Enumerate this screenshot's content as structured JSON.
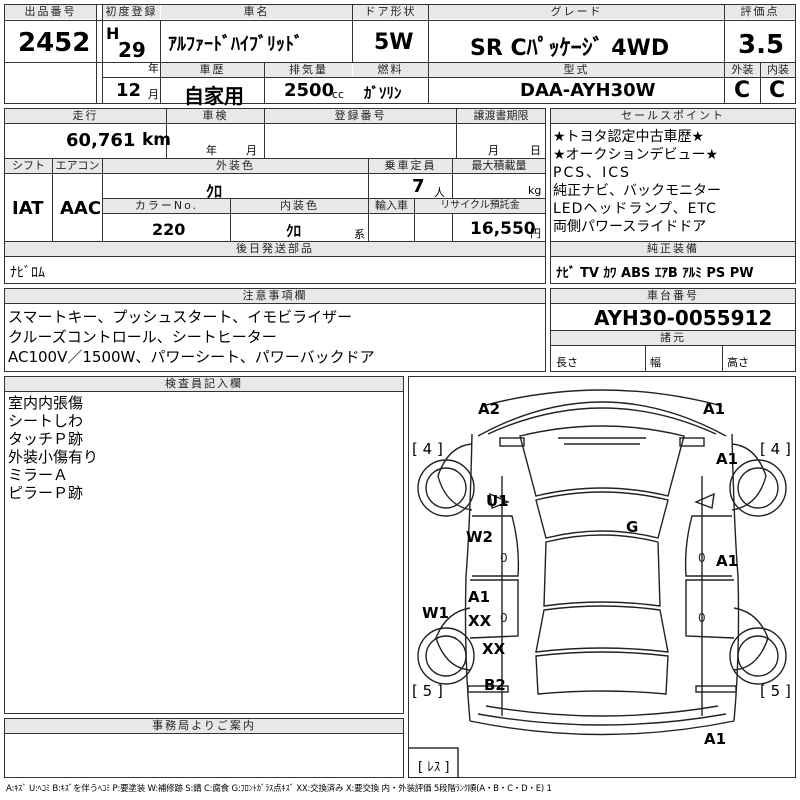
{
  "header": {
    "lot_no_label": "出品番号",
    "lot_no": "2452",
    "first_reg_label": "初度登録",
    "era": "H",
    "year": "29",
    "year_suffix": "年",
    "month": "12",
    "month_suffix": "月",
    "car_name_label": "車名",
    "car_name": "ｱﾙﾌｧｰﾄﾞﾊｲﾌﾞﾘｯﾄﾞ",
    "door_label": "ドア形状",
    "door": "5W",
    "grade_label": "グレード",
    "grade": "SR Cﾊﾟｯｹｰｼﾞ 4WD",
    "score_label": "評価点",
    "score": "3.5",
    "history_label": "車歴",
    "history": "自家用",
    "displacement_label": "排気量",
    "displacement": "2500",
    "displacement_unit": "cc",
    "fuel_label": "燃料",
    "fuel": "ｶﾞｿﾘﾝ",
    "model_label": "型式",
    "model": "DAA-AYH30W",
    "exterior_label": "外装",
    "exterior": "C",
    "interior_label": "内装",
    "interior": "C"
  },
  "row2": {
    "mileage_label": "走行",
    "mileage": "60,761",
    "mileage_unit": "km",
    "inspection_label": "車検",
    "insp_year": "年",
    "insp_month": "月",
    "reg_no_label": "登録番号",
    "transfer_label": "譲渡書期限",
    "transfer_month": "月",
    "transfer_day": "日",
    "shift_label": "シフト",
    "shift": "IAT",
    "ac_label": "エアコン",
    "ac": "AAC",
    "ext_color_label": "外装色",
    "ext_color": "ｸﾛ",
    "capacity_label": "乗車定員",
    "capacity": "7",
    "capacity_unit": "人",
    "max_load_label": "最大積載量",
    "max_load_unit": "kg",
    "color_no_label": "カラーNo.",
    "color_no": "220",
    "int_color_label": "内装色",
    "int_color": "ｸﾛ",
    "int_color_suffix": "系",
    "import_label": "輸入車",
    "recycle_label": "リサイクル預託金",
    "recycle": "16,550",
    "recycle_unit": "円",
    "later_parts_label": "後日発送部品",
    "later_parts": "ﾅﾋﾞﾛﾑ"
  },
  "sales": {
    "label": "セールスポイント",
    "lines": [
      "★トヨタ認定中古車歴★",
      "★オークションデビュー★",
      "PCS、ICS",
      "純正ナビ、バックモニター",
      "LEDヘッドランプ、ETC",
      "両側パワースライドドア"
    ]
  },
  "equipment": {
    "label": "純正装備",
    "items": "ﾅﾋﾞ TV ｶﾜ ABS ｴｱB ｱﾙﾐ PS PW"
  },
  "notes": {
    "label": "注意事項欄",
    "lines": [
      "スマートキー、プッシュスタート、イモビライザー",
      "クルーズコントロール、シートヒーター",
      "AC100V／1500W、パワーシート、パワーバックドア"
    ]
  },
  "chassis": {
    "label": "車台番号",
    "number": "AYH30-0055912",
    "spec_label": "諸元",
    "length_label": "長さ",
    "width_label": "幅",
    "height_label": "高さ"
  },
  "inspector": {
    "label": "検査員記入欄",
    "lines": [
      "室内内張傷",
      "シートしわ",
      "タッチＰ跡",
      "外装小傷有り",
      "ミラーＡ",
      "ピラーＰ跡"
    ]
  },
  "office": {
    "label": "事務局よりご案内"
  },
  "diagram": {
    "marks": {
      "a2_top": "A2",
      "a1_top": "A1",
      "a1_right_fender": "A1",
      "u1": "U1",
      "g": "G",
      "w2": "W2",
      "a1_right_door": "A1",
      "a1_left_rear": "A1",
      "xx1": "XX",
      "w1": "W1",
      "xx2": "XX",
      "b2": "B2",
      "a1_bottom": "A1"
    },
    "tires": {
      "fl": "4",
      "fr": "4",
      "rl": "5",
      "rr": "5",
      "spare": "ﾚｽ"
    }
  },
  "legend": "A:ｷｽﾞ U:ﾍｺﾐ B:ｷｽﾞを伴うﾍｺﾐ P:要塗装 W:補修跡 S:錆 C:腐食 G:ﾌﾛﾝﾄｶﾞﾗｽ点ｷｽﾞ XX:交換済み X:要交換 内・外装評価 5段階ﾗﾝｸ順(A・B・C・D・E) 1"
}
